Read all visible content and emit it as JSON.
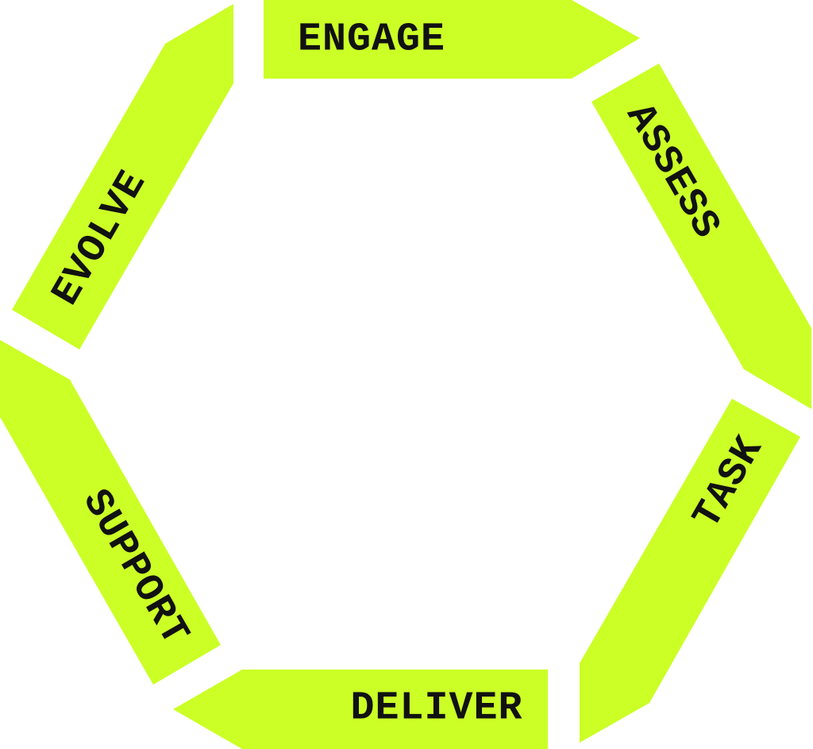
{
  "diagram": {
    "type": "hexagonal cycle",
    "accent_color": "#cbff26",
    "text_color": "#111111",
    "steps": [
      {
        "label": "ENGAGE"
      },
      {
        "label": "ASSESS"
      },
      {
        "label": "TASK"
      },
      {
        "label": "DELIVER"
      },
      {
        "label": "SUPPORT"
      },
      {
        "label": "EVOLVE"
      }
    ]
  }
}
